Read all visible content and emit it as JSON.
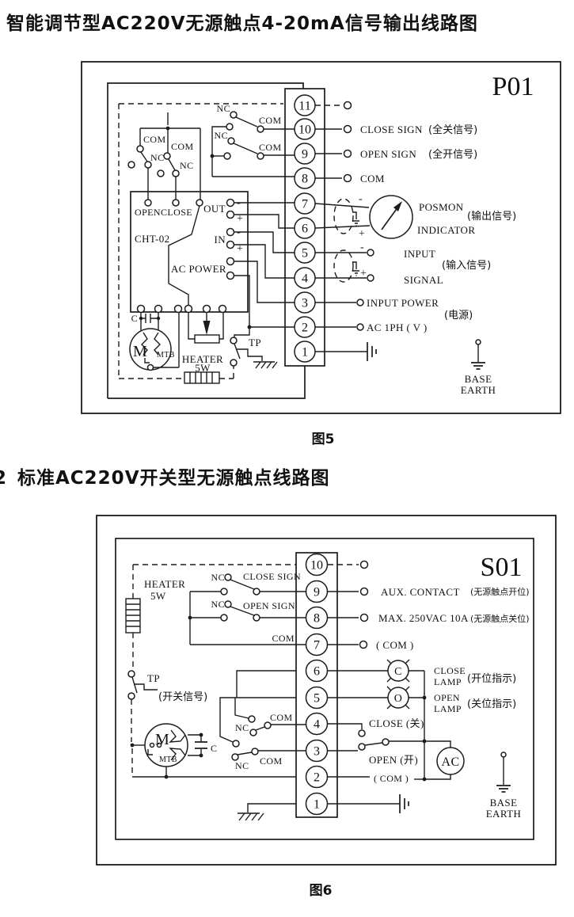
{
  "title1": "智能调节型AC220V无源触点4-20mA信号输出线路图",
  "title2_prefix": "2",
  "title2": "标准AC220V开关型无源触点线路图",
  "fig5": "图5",
  "fig6": "图6",
  "d1": {
    "panel": "P01",
    "terminals": [
      "11",
      "10",
      "9",
      "8",
      "7",
      "6",
      "5",
      "4",
      "3",
      "2",
      "1"
    ],
    "nc": "NC",
    "com": "COM",
    "open": "OPEN",
    "close": "CLOSE",
    "cht": "CHT-02",
    "out": "OUT",
    "in": "IN",
    "ac_power": "AC POWER",
    "m": "M",
    "mtb": "MTB",
    "c": "C",
    "heater": "HEATER",
    "w": "5W",
    "tp": "TP",
    "minus": "-",
    "plus": "+",
    "close_sign": "CLOSE SIGN",
    "close_sign_cn": "(全关信号)",
    "open_sign": "OPEN SIGN",
    "open_sign_cn": "(全开信号)",
    "posmon": "POSMON",
    "indicator": "INDICATOR",
    "out_cn": "(输出信号)",
    "input": "INPUT",
    "signal": "SIGNAL",
    "in_cn": "(输入信号)",
    "input_power": "INPUT POWER",
    "power_cn": "(电源)",
    "ac1ph": "AC 1PH ( V )",
    "base": "BASE",
    "earth": "EARTH"
  },
  "d2": {
    "panel": "S01",
    "terminals": [
      "10",
      "9",
      "8",
      "7",
      "6",
      "5",
      "4",
      "3",
      "2",
      "1"
    ],
    "heater": "HEATER",
    "w": "5W",
    "tp": "TP",
    "tp_cn": "(开关信号)",
    "nc": "NC",
    "com": "COM",
    "close_sign": "CLOSE SIGN",
    "open_sign": "OPEN SIGN",
    "m": "M",
    "mtb": "MTB",
    "c": "C",
    "aux": "AUX. CONTACT",
    "aux_cn": "(无源触点开位)",
    "max": "MAX. 250VAC 10A",
    "max_cn": "(无源触点关位)",
    "com_paren": "( COM )",
    "lamp_c": "C",
    "lamp_o": "O",
    "close_word": "CLOSE",
    "open_word": "OPEN",
    "lamp_word": "LAMP",
    "close_lamp_cn": "(开位指示)",
    "open_lamp_cn": "(关位指示)",
    "close_k": "CLOSE (关)",
    "open_k": "OPEN (开)",
    "ac": "AC",
    "base": "BASE",
    "earth": "EARTH"
  }
}
